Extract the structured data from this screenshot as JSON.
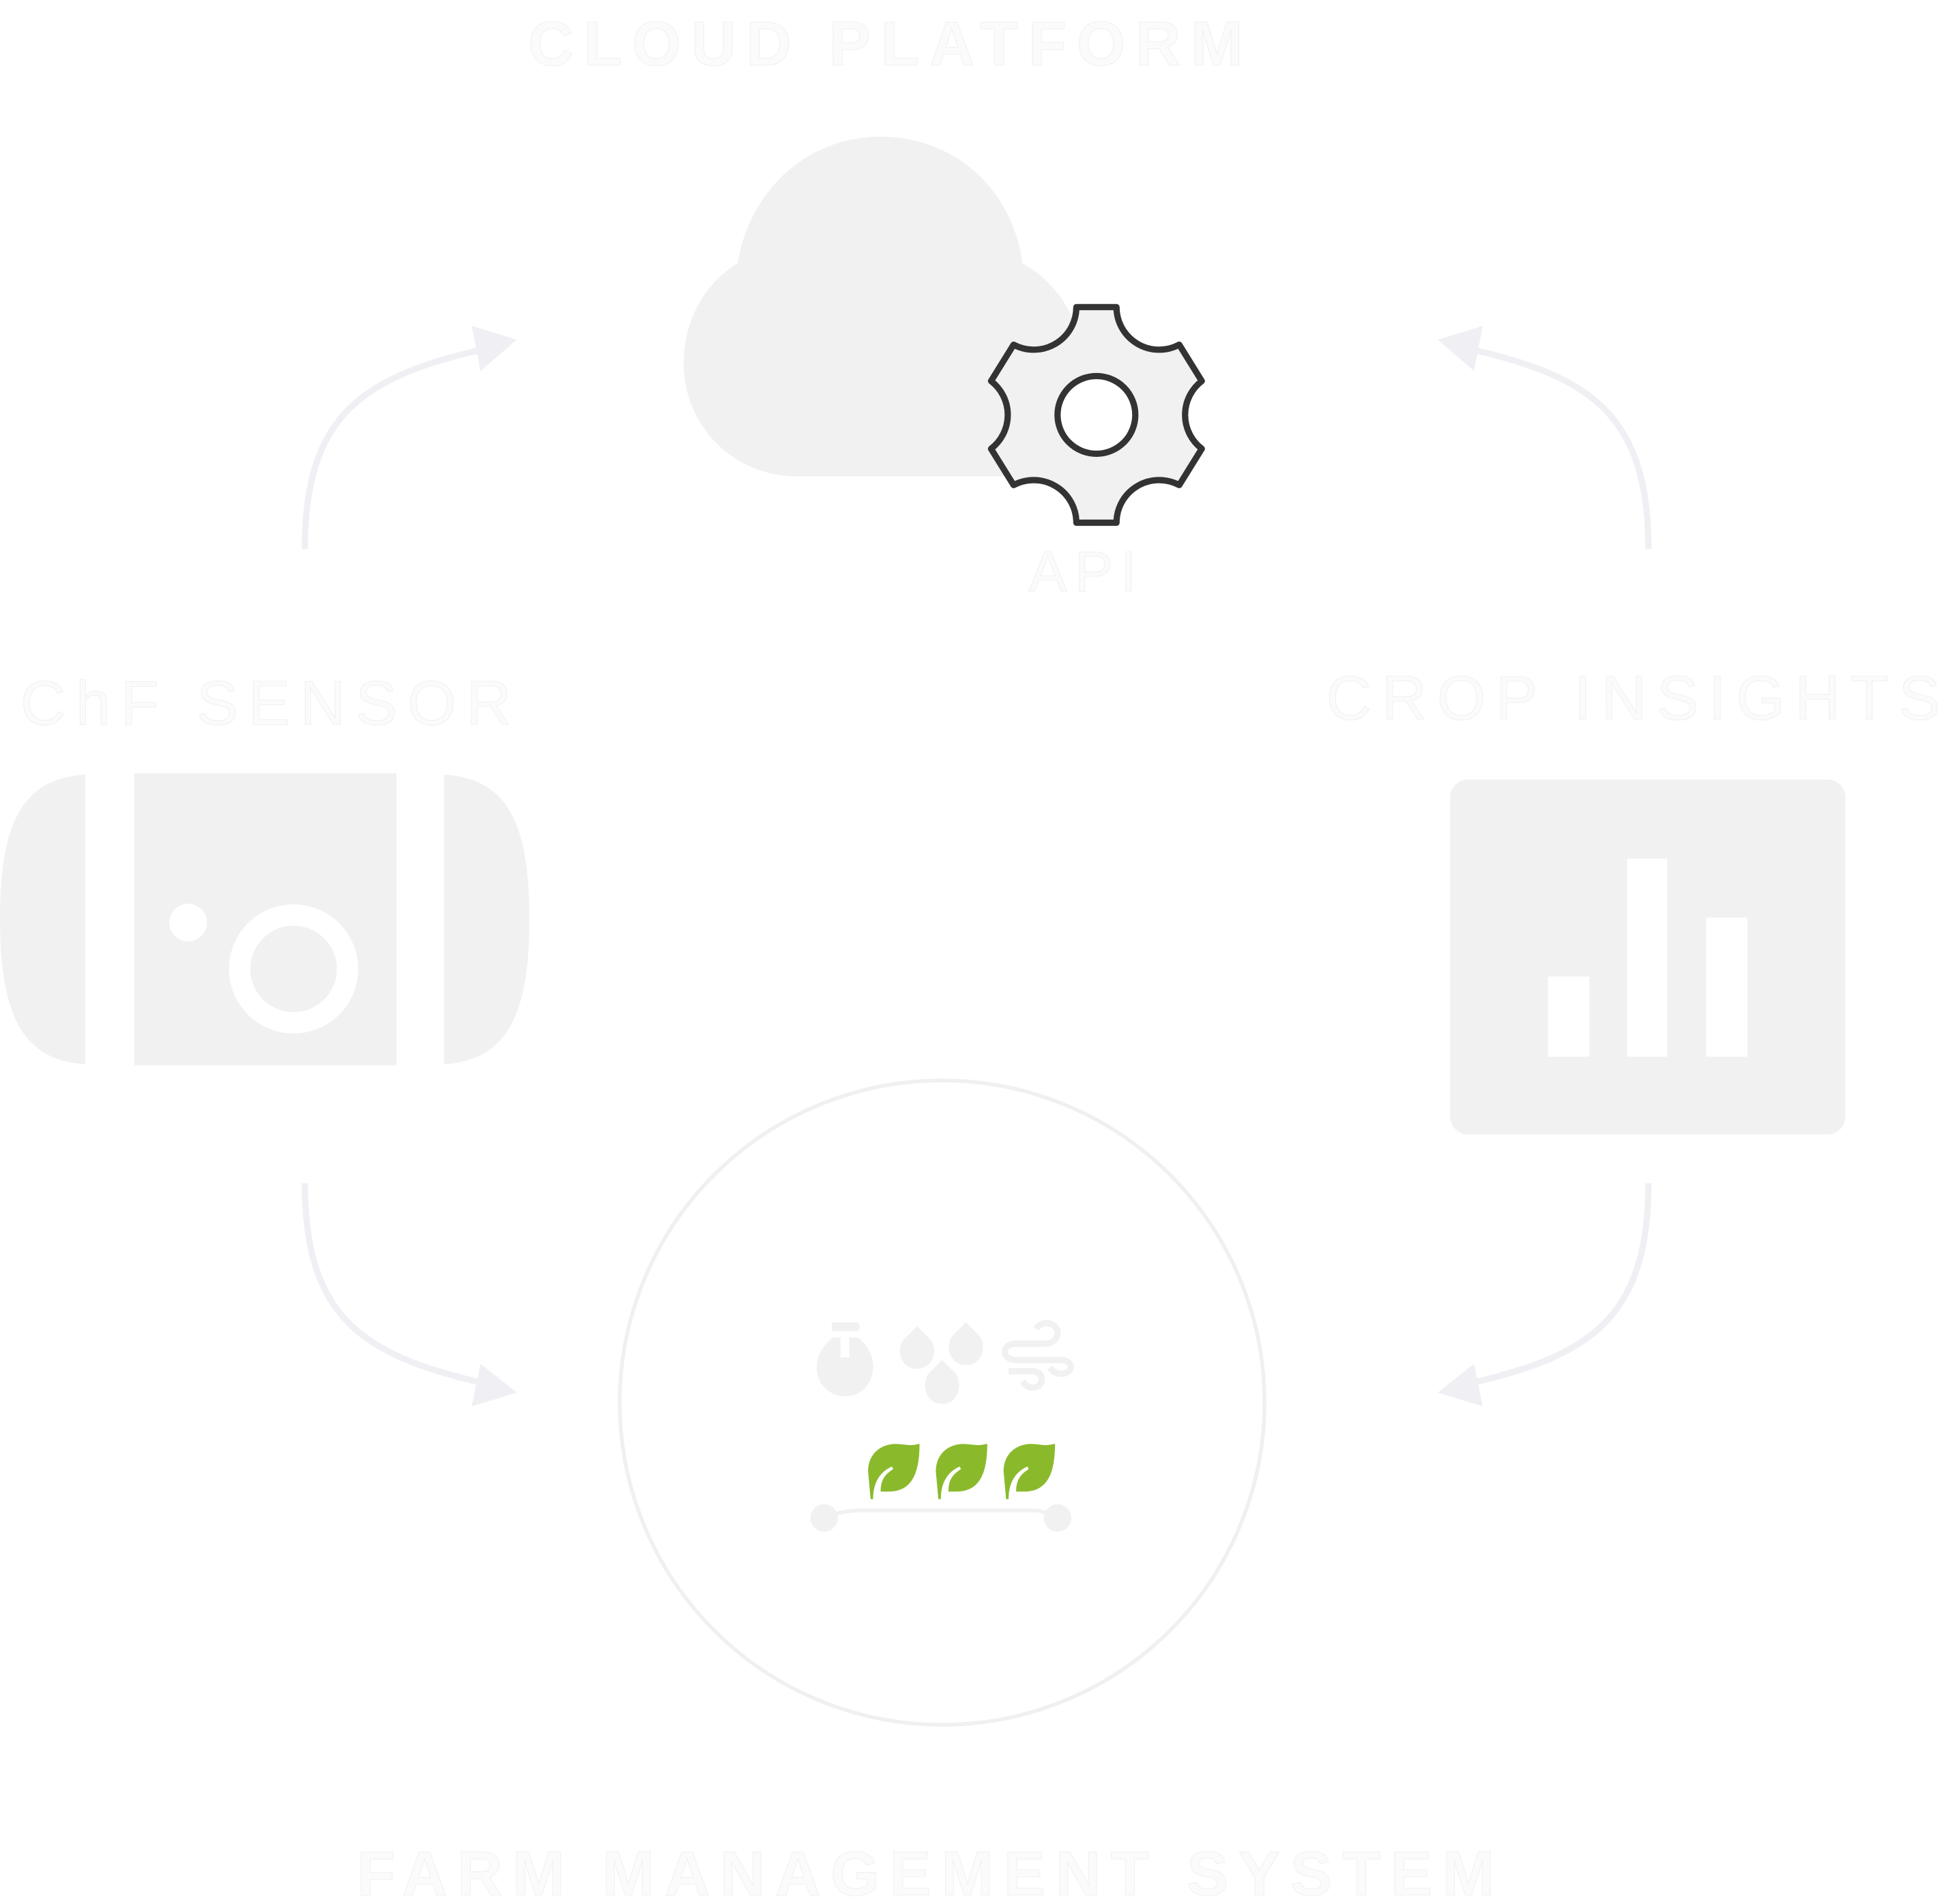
{
  "diagram": {
    "type": "cycle",
    "nodes": [
      {
        "id": "cloud",
        "label": "CLOUD PLATFORM",
        "icon": "cloud-icon",
        "sublabel": "API",
        "subicon": "gear-icon"
      },
      {
        "id": "sensor",
        "label": "ChF SENSOR",
        "icon": "sensor-device-icon"
      },
      {
        "id": "insights",
        "label": "CROP INSIGHTS",
        "icon": "bar-chart-icon"
      },
      {
        "id": "fms",
        "label": "FARM MANAGEMENT SYSTEM",
        "icons": [
          "fertilizer-flask-icon",
          "water-drops-icon",
          "wind-icon",
          "leaf-icon",
          "leaf-icon",
          "leaf-icon",
          "field-row-icon"
        ]
      }
    ],
    "edges": [
      {
        "from": "sensor",
        "to": "cloud"
      },
      {
        "from": "insights",
        "to": "cloud"
      },
      {
        "from": "sensor",
        "to": "fms"
      },
      {
        "from": "insights",
        "to": "fms"
      }
    ]
  },
  "labels": {
    "cloud_platform": "CLOUD PLATFORM",
    "api": "API",
    "sensor": "ChF SENSOR",
    "crop_insights": "CROP INSIGHTS",
    "farm_management": "FARM MANAGEMENT SYSTEM"
  },
  "colors": {
    "shape_fill": "#f1f1f1",
    "arrow": "#f0f0f4",
    "gear_stroke": "#333333",
    "leaf_green": "#8aba2c",
    "label_text": "#fbfbfb",
    "background": "#ffffff"
  }
}
